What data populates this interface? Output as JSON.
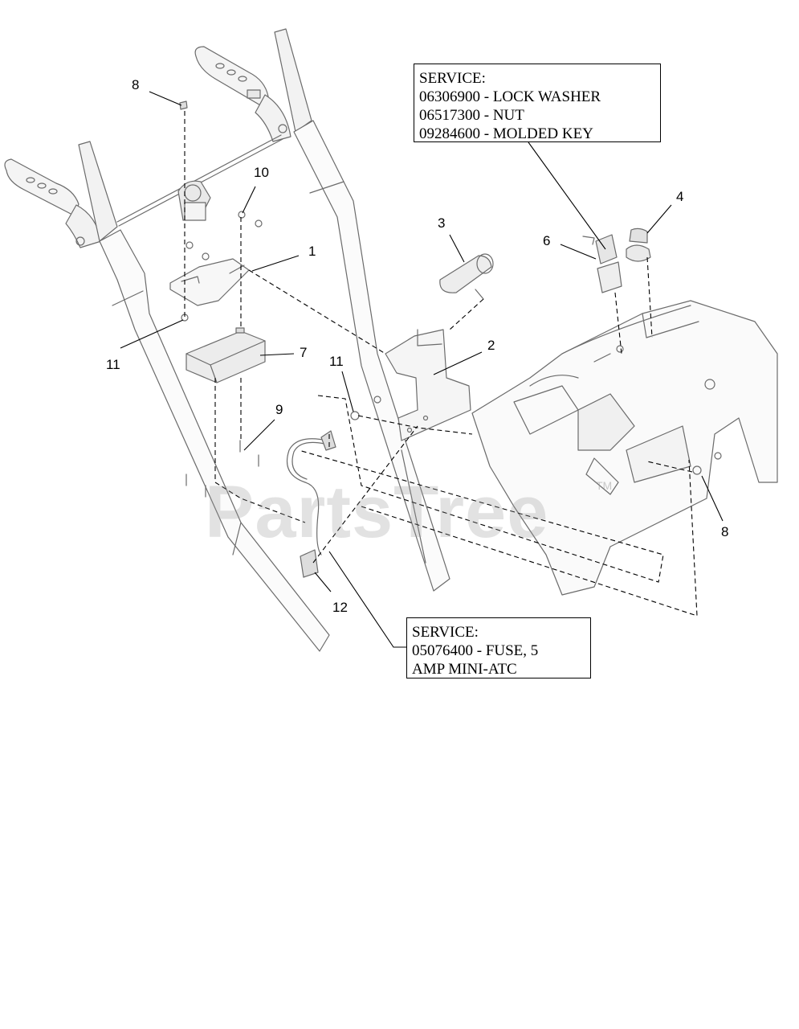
{
  "callouts": [
    "8",
    "10",
    "1",
    "3",
    "6",
    "4",
    "11",
    "7",
    "2",
    "11",
    "9",
    "8",
    "12"
  ],
  "service_top": {
    "lines": [
      "SERVICE:",
      "06306900 - LOCK WASHER",
      "06517300 - NUT",
      "09284600 - MOLDED KEY"
    ]
  },
  "service_bottom": {
    "lines": [
      "SERVICE:",
      "05076400 - FUSE, 5",
      "AMP MINI-ATC"
    ]
  },
  "watermark": {
    "text": "PartsTree",
    "tm": "TM"
  }
}
